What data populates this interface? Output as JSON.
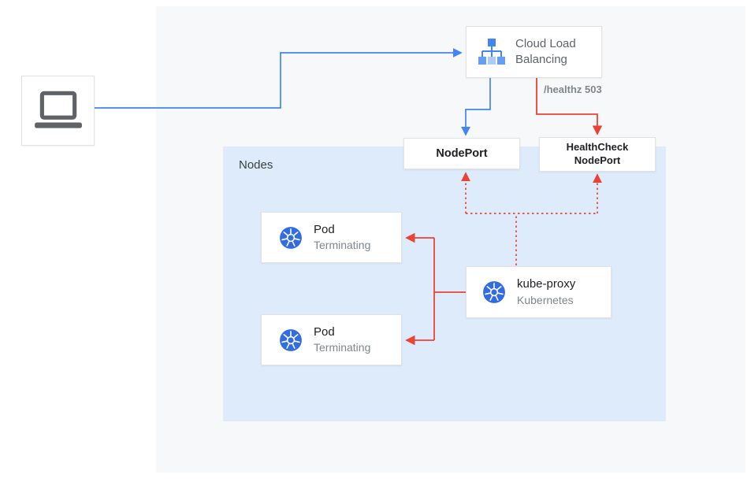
{
  "diagram": {
    "nodes_container": {
      "label": "Nodes"
    },
    "client": {
      "icon": "laptop-icon"
    },
    "cloud_load_balancing": {
      "icon": "cloud-load-balancing-icon",
      "line1": "Cloud Load",
      "line2": "Balancing"
    },
    "health_check_label": "/healthz 503",
    "nodeport": {
      "label": "NodePort"
    },
    "healthcheck_nodeport": {
      "line1": "HealthCheck",
      "line2": "NodePort"
    },
    "pods": [
      {
        "icon": "kubernetes-icon",
        "title": "Pod",
        "subtitle": "Terminating"
      },
      {
        "icon": "kubernetes-icon",
        "title": "Pod",
        "subtitle": "Terminating"
      }
    ],
    "kube_proxy": {
      "icon": "kubernetes-icon",
      "title": "kube-proxy",
      "subtitle": "Kubernetes"
    },
    "colors": {
      "blue": "#4285f4",
      "blue_light": "#669df6",
      "blue_lighter": "#aecbfa",
      "red": "#ea4335",
      "kubernetes_blue": "#326ce5",
      "nodes_bg": "#ddebfa",
      "panel_bg": "#f7f8f9",
      "card_border": "#e0e2e6",
      "text_dark": "#202124",
      "text_gray": "#5f6368",
      "label_gray": "#80868b"
    }
  }
}
